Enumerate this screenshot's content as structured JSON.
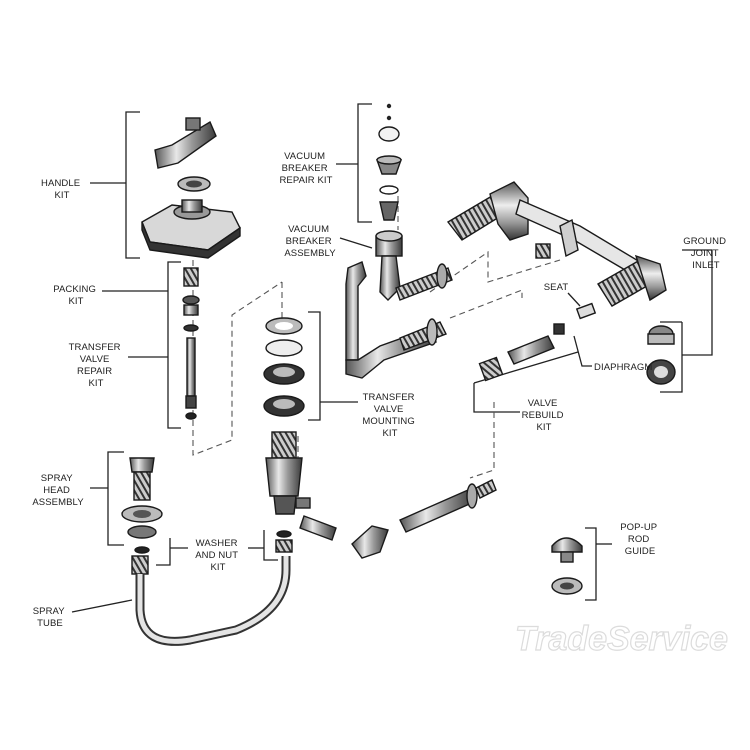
{
  "labels": {
    "handle_kit": [
      "HANDLE",
      "KIT"
    ],
    "packing_kit": [
      "PACKING",
      "KIT"
    ],
    "transfer_valve_repair_kit": [
      "TRANSFER",
      "VALVE",
      "REPAIR",
      "KIT"
    ],
    "vacuum_breaker_repair_kit": [
      "VACUUM",
      "BREAKER",
      "REPAIR KIT"
    ],
    "vacuum_breaker_assembly": [
      "VACUUM",
      "BREAKER",
      "ASSEMBLY"
    ],
    "ground_joint_inlet": [
      "GROUND",
      "JOINT",
      "INLET"
    ],
    "seat": [
      "SEAT"
    ],
    "diaphragm": [
      "DIAPHRAGM"
    ],
    "valve_rebuild_kit": [
      "VALVE",
      "REBUILD",
      "KIT"
    ],
    "transfer_valve_mounting_kit": [
      "TRANSFER",
      "VALVE",
      "MOUNTING",
      "KIT"
    ],
    "spray_head_assembly": [
      "SPRAY",
      "HEAD",
      "ASSEMBLY"
    ],
    "washer_and_nut_kit": [
      "WASHER",
      "AND NUT",
      "KIT"
    ],
    "spray_tube": [
      "SPRAY",
      "TUBE"
    ],
    "pop_up_rod_guide": [
      "POP-UP",
      "ROD",
      "GUIDE"
    ]
  },
  "watermark": "TradeService",
  "colors": {
    "ink": "#1e1e1e",
    "metal_dark": "#3a3a3a",
    "metal_mid": "#8a8a8a",
    "metal_light": "#cfcfcf",
    "watermark": "#dcdcdc"
  }
}
